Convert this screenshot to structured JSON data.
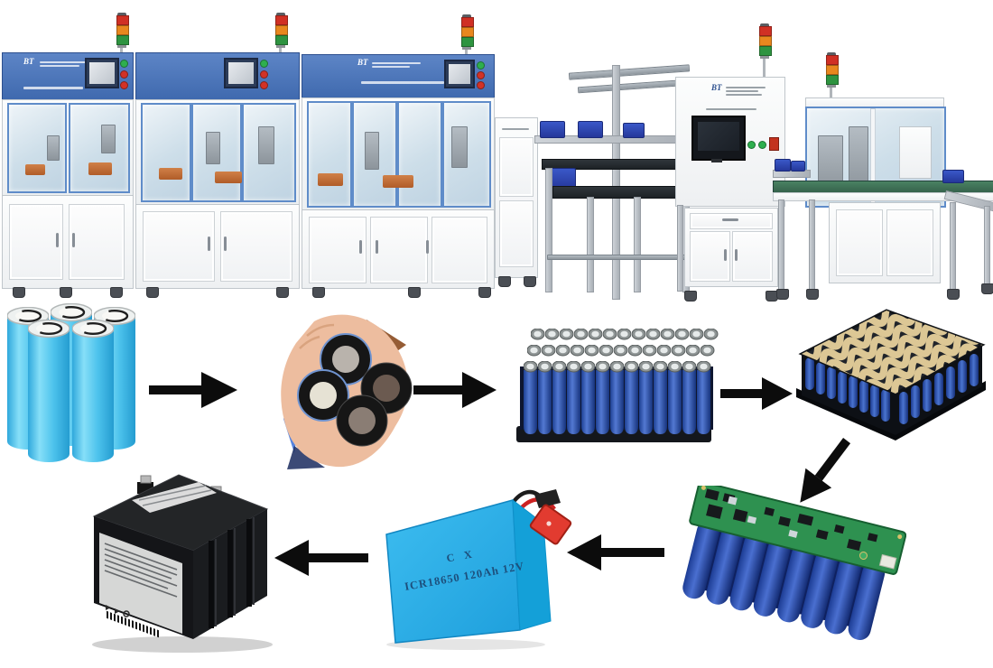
{
  "logos": {
    "bt": "BT"
  },
  "pack_label": {
    "line1": "C X",
    "line2": "ICR18650 120Ah 12V"
  },
  "colors": {
    "machine_banner_blue": "#4a72b8",
    "cell_blue": "#4cc2ec",
    "pack_blue": "#2bb0e8",
    "module_cell_blue": "#2f55a8",
    "pcb_green": "#2e9150",
    "nickel_strip_gold": "#dcc795",
    "stack_light_red": "#d03024",
    "stack_light_orange": "#e8871e",
    "stack_light_green": "#2e9440",
    "conveyor_green": "#3e7457",
    "arrow_black": "#0c0c0c"
  }
}
